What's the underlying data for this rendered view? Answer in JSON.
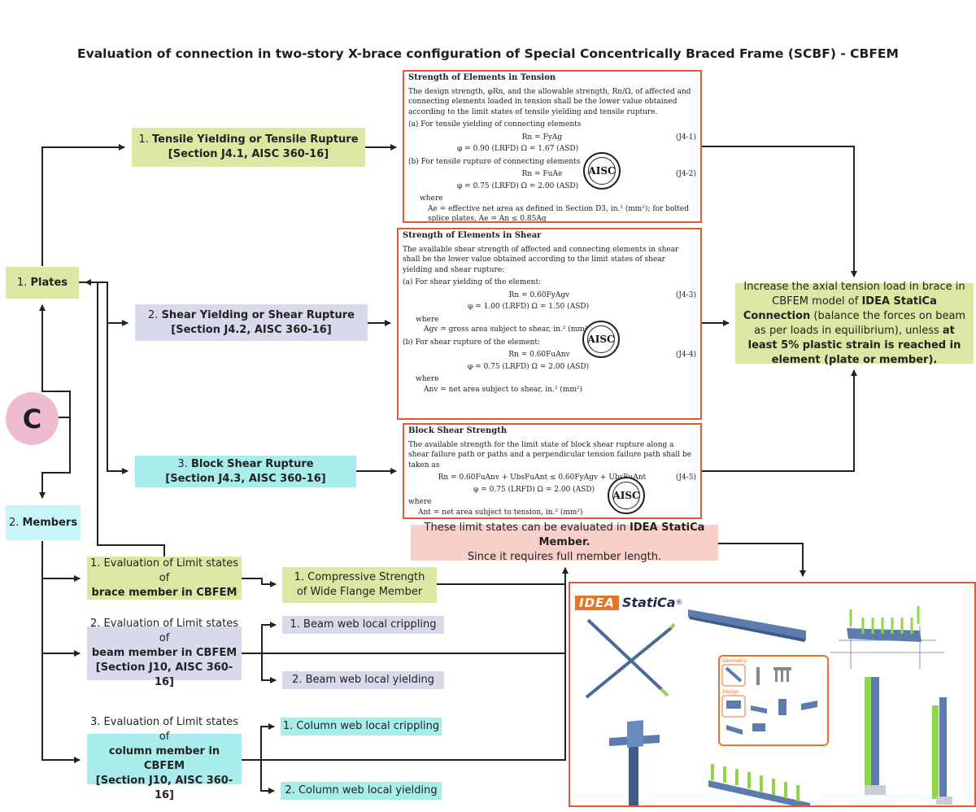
{
  "title": "Evaluation of connection in two-story X-brace configuration of Special Concentrically Braced Frame (SCBF) - CBFEM",
  "start_node": "C",
  "plates": {
    "number": "1.",
    "label": "Plates"
  },
  "members": {
    "number": "2.",
    "label": "Members"
  },
  "plate_checks": [
    {
      "line1_prefix": "1. ",
      "line1_bold": "Tensile Yielding or Tensile Rupture",
      "line2": "[Section J4.1, AISC 360-16]"
    },
    {
      "line1_prefix": "2. ",
      "line1_bold": "Shear Yielding or Shear Rupture",
      "line2": "[Section J4.2, AISC 360-16]"
    },
    {
      "line1_prefix": "3. ",
      "line1_bold": "Block Shear Rupture",
      "line2": "[Section J4.3, AISC 360-16]"
    }
  ],
  "result": {
    "t1": "Increase the axial tension load in brace in CBFEM model of ",
    "b1": "IDEA StatiCa Connection",
    "t2": " (balance the forces on beam as per loads in equilibrium), unless ",
    "b2": "at least 5% plastic strain is reached in element (plate or member)."
  },
  "doc_tension": {
    "heading": "Strength of Elements in Tension",
    "intro": "The design strength, φRn, and the allowable strength, Rn/Ω, of affected and connecting elements loaded in tension shall be the lower value obtained according to the limit states of tensile yielding and tensile rupture.",
    "a": "(a)  For tensile yielding of connecting elements",
    "eq1": "Rn = FyAg",
    "eq1_no": "(J4-1)",
    "f1": "φ = 0.90 (LRFD)     Ω = 1.67 (ASD)",
    "b": "(b)  For tensile rupture of connecting elements",
    "eq2": "Rn = FuAe",
    "eq2_no": "(J4-2)",
    "f2": "φ = 0.75 (LRFD)     Ω = 2.00 (ASD)",
    "where": "where",
    "def": "Ae = effective net area as defined in Section D3, in.² (mm²); for bolted splice plates, Ae = An ≤ 0.85Ag"
  },
  "doc_shear": {
    "heading": "Strength of Elements in Shear",
    "intro": "The available shear strength of affected and connecting elements in shear shall be the lower value obtained according to the limit states of shear yielding and shear rupture:",
    "a": "(a)  For shear yielding of the element:",
    "eq1": "Rn = 0.60FyAgv",
    "eq1_no": "(J4-3)",
    "f1": "φ = 1.00 (LRFD)     Ω = 1.50 (ASD)",
    "where1": "where",
    "def1": "Agv = gross area subject to shear, in.² (mm²)",
    "b": "(b)  For shear rupture of the element:",
    "eq2": "Rn = 0.60FuAnv",
    "eq2_no": "(J4-4)",
    "f2": "φ = 0.75 (LRFD)     Ω = 2.00 (ASD)",
    "where2": "where",
    "def2": "Anv = net area subject to shear, in.² (mm²)"
  },
  "doc_block": {
    "heading": "Block Shear Strength",
    "intro": "The available strength for the limit state of block shear rupture along a shear failure path or paths and a perpendicular tension failure path shall be taken as",
    "eq": "Rn = 0.60FuAnv + UbsFuAnt ≤ 0.60FyAgv + UbsFuAnt",
    "eq_no": "(J4-5)",
    "f": "φ = 0.75 (LRFD)     Ω = 2.00 (ASD)",
    "where": "where",
    "def": "Ant = net area subject to tension, in.² (mm²)"
  },
  "seal_text": "AISC",
  "note": {
    "t1": "These limit states can be evaluated in ",
    "b1": "IDEA StatiCa Member.",
    "t2": "Since it requires full member length."
  },
  "member_evals": [
    {
      "line1": "1. Evaluation of Limit states of",
      "line2": "brace member in CBFEM",
      "line3": ""
    },
    {
      "line1": "2. Evaluation of Limit states of",
      "line2": "beam member in CBFEM",
      "line3": "[Section J10, AISC 360-16]"
    },
    {
      "line1": "3. Evaluation of Limit states of",
      "line2": "column member in CBFEM",
      "line3": "[Section J10, AISC 360-16]"
    }
  ],
  "sub_checks": {
    "compressive": "1. Compressive Strength of Wide Flange Member",
    "beam_crippling": "1. Beam web local crippling",
    "beam_yielding": "2. Beam web local yielding",
    "col_crippling": "1. Column web local crippling",
    "col_yielding": "2. Column web local yielding"
  },
  "promo": {
    "logo_a": "IDEA",
    "logo_b": "StatiCa",
    "logo_reg": "®",
    "inset_a": "Geometry",
    "inset_b": "Design"
  },
  "colors": {
    "green": "#dbe8a4",
    "lavender": "#d9d9ec",
    "cyan": "#a8ecec",
    "light_cyan": "#c8f6f8",
    "pink": "#f9cfc9",
    "red_border": "#e05a3a",
    "circle": "#eebbd1",
    "idea_orange": "#e8732a",
    "steel": "#4a6a9a",
    "load_green": "#8fd64a"
  }
}
